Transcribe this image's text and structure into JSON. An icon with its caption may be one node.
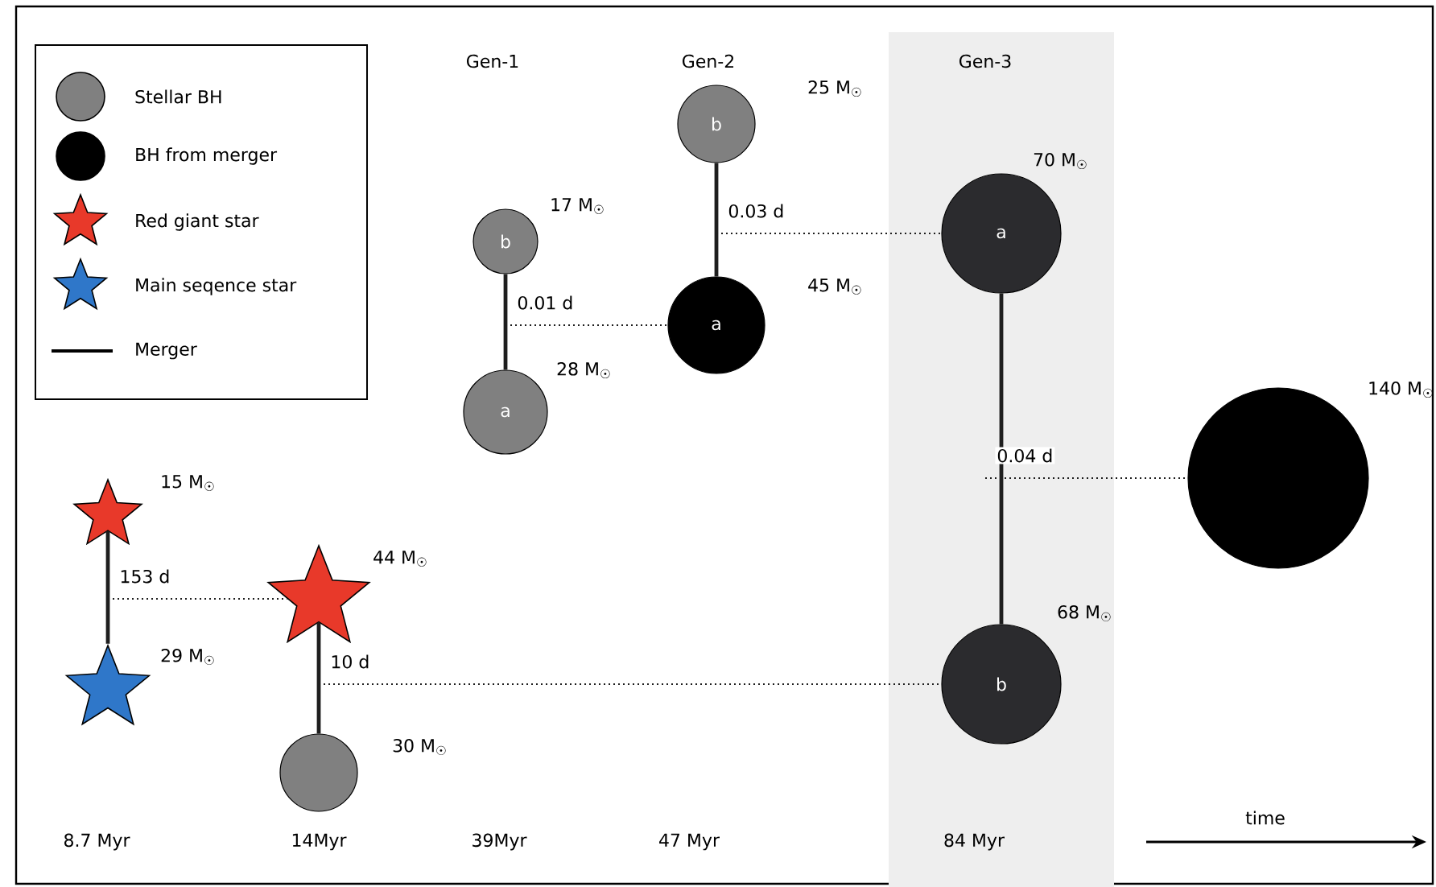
{
  "diagram": {
    "nodes": [
      {
        "text": [
          "Gen-3",
          "84 Myr"
        ]
      },
      {
        "text": [],
        "shape": "star",
        "beside": [
          "15 M$_{☉}$"
        ]
      },
      {
        "text": [],
        "shape": "star",
        "beside": [
          "29 M$_{☉}$"
        ]
      },
      {
        "text": [],
        "shape": "star",
        "beside": [
          "44 M$_{☉}$"
        ]
      },
      {
        "text": [],
        "shape": "circle",
        "beside": [
          "30 M$_{☉}$"
        ]
      },
      {
        "text": [
          "b"
        ],
        "beside": [
          "17 M$_{☉}$"
        ]
      },
      {
        "text": [
          "a"
        ],
        "beside": [
          "28 M$_{☉}$"
        ]
      },
      {
        "text": [
          "b"
        ],
        "beside": [
          "25 M$_{☉}$"
        ]
      },
      {
        "text": [
          "a"
        ],
        "beside": [
          "45 M$_{☉}$"
        ]
      },
      {
        "text": [
          "a"
        ],
        "in": 0,
        "beside": [
          "70 M$_{☉}$"
        ]
      },
      {
        "text": [
          "b"
        ],
        "in": 0,
        "beside": [
          "68 M$_{☉}$"
        ]
      },
      {
        "text": [],
        "shape": "circle",
        "beside": [
          "140 M$_{☉}$"
        ]
      }
    ],
    "edges": [
      {
        "from": 1,
        "to": 2,
        "arrow": "none"
      },
      {
        "from": 3,
        "to": 4,
        "arrow": "none"
      },
      {
        "from": 5,
        "to": 6,
        "arrow": "none"
      },
      {
        "from": 7,
        "to": 8,
        "arrow": "none"
      },
      {
        "from": 9,
        "to": 10,
        "arrow": "none"
      },
      {
        "from": null,
        "to": 3,
        "arrow": "none",
        "style": "dashed",
        "label": "153 d"
      },
      {
        "from": null,
        "to": 10,
        "arrow": "none",
        "style": "dashed",
        "label": "10 d"
      },
      {
        "from": null,
        "to": 8,
        "arrow": "none",
        "style": "dashed",
        "label": "0.01 d"
      },
      {
        "from": null,
        "to": 9,
        "arrow": "none",
        "style": "dashed",
        "label": "0.03 d"
      },
      {
        "from": null,
        "to": 11,
        "arrow": "none",
        "style": "dashed",
        "label": "0.04 d"
      }
    ],
    "labels": [
      "Gen-1",
      "Gen-2",
      "8.7 Myr",
      "14Myr",
      "39Myr",
      "47 Myr",
      "time"
    ],
    "legend": [
      {
        "text": "Stellar BH",
        "color": "#808080"
      },
      {
        "text": "BH from merger",
        "color": "#000000"
      },
      {
        "text": "Red giant star",
        "color": "#e8392a"
      },
      {
        "text": "Main seqence star",
        "color": "#2f77c9"
      },
      {
        "text": "Merger"
      }
    ]
  }
}
